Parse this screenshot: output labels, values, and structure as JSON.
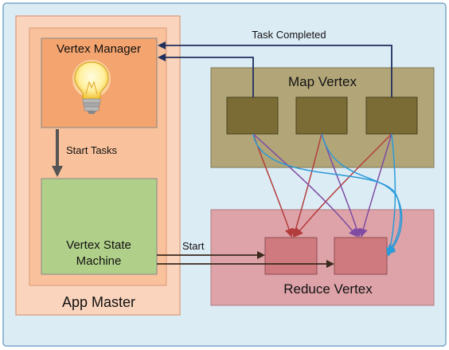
{
  "labels": {
    "app_master": "App Master",
    "vertex_manager": "Vertex Manager",
    "start_tasks": "Start Tasks",
    "vsm_line1": "Vertex State",
    "vsm_line2": "Machine",
    "map_vertex": "Map Vertex",
    "reduce_vertex": "Reduce Vertex",
    "task_completed": "Task Completed",
    "start": "Start"
  },
  "icons": {
    "vertex_manager": "lightbulb-icon"
  },
  "colors": {
    "background": "#dcecf5",
    "background_border": "#7aa6c8",
    "app_master_fill": "#fad4bd",
    "app_master_border": "#d99a78",
    "inner_panel_fill": "#f9c29c",
    "vertex_manager_fill": "#f4a46f",
    "vsm_fill": "#b0d08a",
    "map_vertex_fill": "#b2a679",
    "map_task_fill": "#7a6c34",
    "reduce_vertex_fill": "#dea3a8",
    "reduce_task_fill": "#cf7a7e",
    "task_completed_arrow": "#1f2f5e",
    "start_arrow": "#3a2a1c",
    "red_arrow": "#b33c3c",
    "purple_arrow": "#7f4ba3",
    "blue_arrow": "#2a9ad8"
  }
}
